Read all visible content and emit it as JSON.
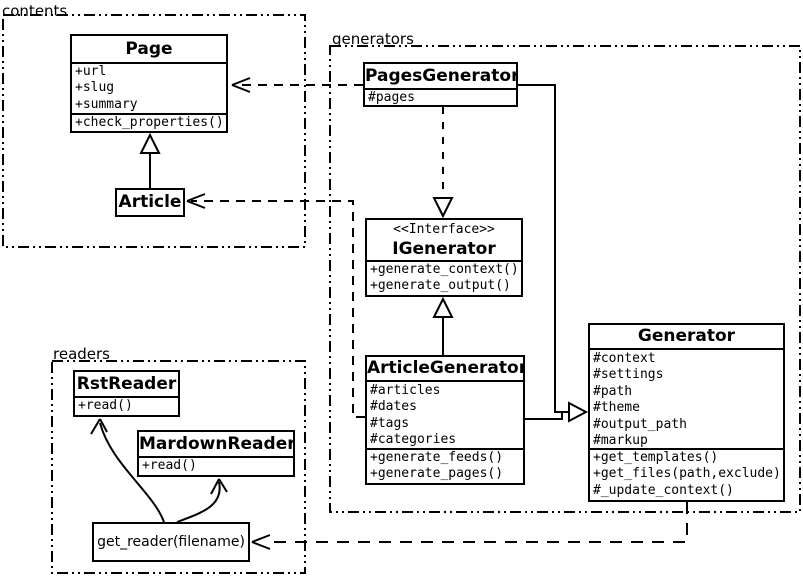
{
  "packages": {
    "contents": {
      "label": "contents"
    },
    "generators": {
      "label": "generators"
    },
    "readers": {
      "label": "readers"
    }
  },
  "classes": {
    "page": {
      "title": "Page",
      "attrs": [
        "+url",
        "+slug",
        "+summary"
      ],
      "methods": [
        "+check_properties()"
      ]
    },
    "article": {
      "title": "Article"
    },
    "pages_generator": {
      "title": "PagesGenerator",
      "attrs": [
        "#pages"
      ]
    },
    "igenerator": {
      "stereotype": "<<Interface>>",
      "title": "IGenerator",
      "methods": [
        "+generate_context()",
        "+generate_output()"
      ]
    },
    "article_generator": {
      "title": "ArticleGenerator",
      "attrs": [
        "#articles",
        "#dates",
        "#tags",
        "#categories"
      ],
      "methods": [
        "+generate_feeds()",
        "+generate_pages()"
      ]
    },
    "generator": {
      "title": "Generator",
      "attrs": [
        "#context",
        "#settings",
        "#path",
        "#theme",
        "#output_path",
        "#markup"
      ],
      "methods": [
        "+get_templates()",
        "+get_files(path,exclude)",
        "#_update_context()"
      ]
    },
    "rst_reader": {
      "title": "RstReader",
      "methods": [
        "+read()"
      ]
    },
    "mardown_reader": {
      "title": "MardownReader",
      "methods": [
        "+read()"
      ]
    },
    "get_reader": {
      "label": "get_reader(filename)"
    }
  },
  "relations": [
    {
      "from": "Article",
      "to": "Page",
      "type": "inheritance"
    },
    {
      "from": "PagesGenerator",
      "to": "Page",
      "type": "dependency"
    },
    {
      "from": "ArticleGenerator",
      "to": "Article",
      "type": "dependency"
    },
    {
      "from": "PagesGenerator",
      "to": "IGenerator",
      "type": "realization"
    },
    {
      "from": "ArticleGenerator",
      "to": "IGenerator",
      "type": "inheritance"
    },
    {
      "from": "PagesGenerator",
      "to": "Generator",
      "type": "inheritance"
    },
    {
      "from": "ArticleGenerator",
      "to": "Generator",
      "type": "inheritance"
    },
    {
      "from": "Generator",
      "to": "get_reader(filename)",
      "type": "dependency"
    },
    {
      "from": "get_reader(filename)",
      "to": "RstReader",
      "type": "association"
    },
    {
      "from": "get_reader(filename)",
      "to": "MardownReader",
      "type": "association"
    }
  ],
  "colors": {
    "line": "#000000",
    "background": "#ffffff"
  }
}
